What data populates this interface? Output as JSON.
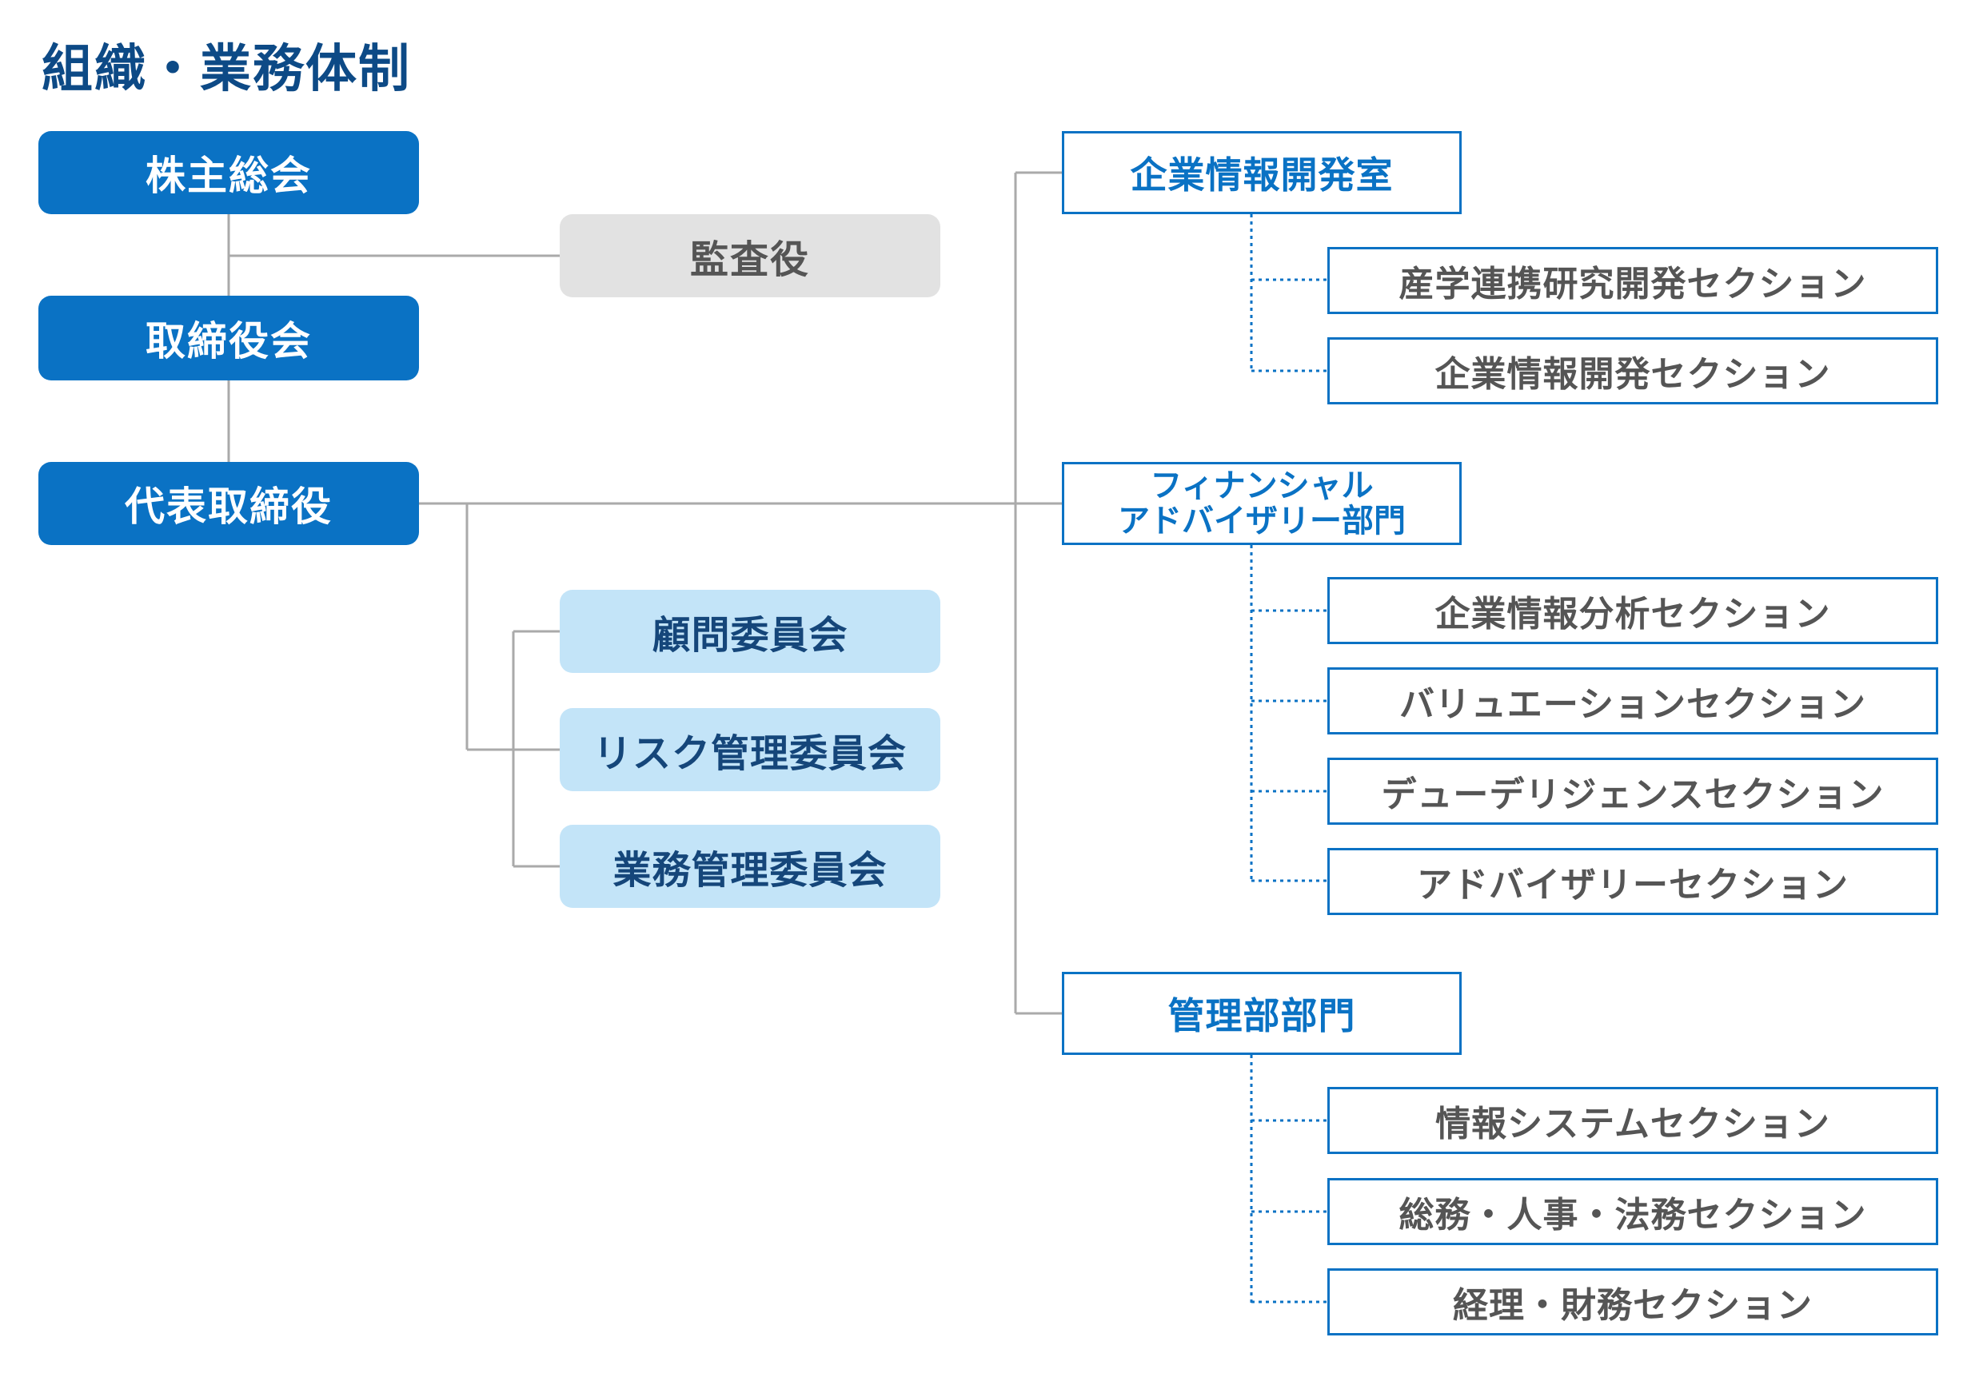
{
  "title": "組織・業務体制",
  "colors": {
    "title": "#0d4a86",
    "primary_fill": "#0a72c4",
    "audit_fill": "#e2e2e2",
    "committee_fill": "#c3e4f8",
    "committee_text": "#15467a",
    "dept_border": "#0a72c4",
    "section_text": "#555555",
    "connector": "#aaaaaa",
    "dotted_connector": "#0a72c4"
  },
  "governance": {
    "shareholders_meeting": "株主総会",
    "board_of_directors": "取締役会",
    "representative_director": "代表取締役",
    "auditor": "監査役"
  },
  "committees": [
    "顧問委員会",
    "リスク管理委員会",
    "業務管理委員会"
  ],
  "departments": [
    {
      "name": "企業情報開発室",
      "sections": [
        "産学連携研究開発セクション",
        "企業情報開発セクション"
      ]
    },
    {
      "name_line1": "フィナンシャル",
      "name_line2": "アドバイザリー部門",
      "sections": [
        "企業情報分析セクション",
        "バリュエーションセクション",
        "デューデリジェンスセクション",
        "アドバイザリーセクション"
      ]
    },
    {
      "name": "管理部部門",
      "sections": [
        "情報システムセクション",
        "総務・人事・法務セクション",
        "経理・財務セクション"
      ]
    }
  ]
}
